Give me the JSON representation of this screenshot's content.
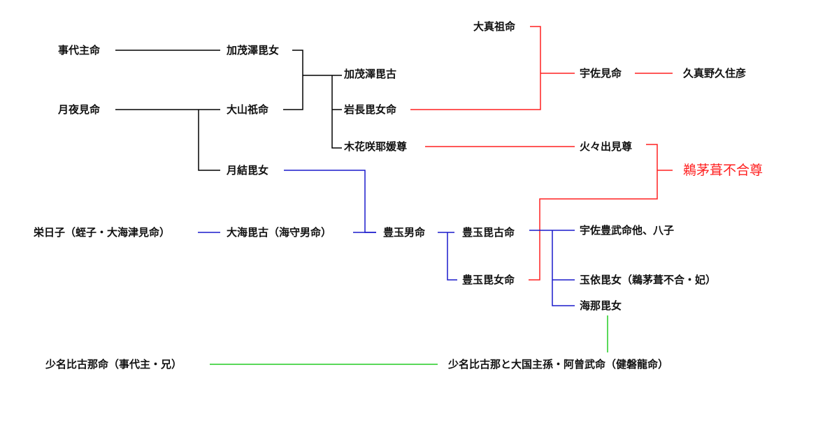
{
  "colors": {
    "black": "#000000",
    "red": "#ff2020",
    "blue": "#1a1acc",
    "green": "#22cc22",
    "text": "#111111",
    "highlight": "#ff1e1e"
  },
  "nodes": {
    "kotoshironushi": "事代主命",
    "tsukuyomi": "月夜見命",
    "kamo_sawahime": "加茂澤毘女",
    "oyamatsumi": "大山祇命",
    "kamo_sawahiko": "加茂澤毘古",
    "iwanagahime": "岩長毘女命",
    "konohanasakuya": "木花咲耶媛尊",
    "tsukumusubi": "月結毘女",
    "omasa": "大真祖命",
    "usami": "宇佐見命",
    "kumano": "久真野久住彦",
    "hohodemi": "火々出見尊",
    "ugayafukiaezu": "鵜茅葺不合尊",
    "eihiko": "栄日子（蛭子・大海津見命）",
    "oumibiko": "大海毘古（海守男命）",
    "toyotamao": "豊玉男命",
    "toyotamabiko": "豊玉毘古命",
    "toyotamahime": "豊玉毘女命",
    "usatoyotake": "宇佐豊武命他、八子",
    "tamayorihime": "玉依毘女（鵜茅葺不合・妃）",
    "amanahime": "海那毘女",
    "sukunahikona": "少名比古那命（事代主・兄）",
    "asotake": "少名比古那と大国主孫・阿曾武命（健磐龍命）"
  }
}
